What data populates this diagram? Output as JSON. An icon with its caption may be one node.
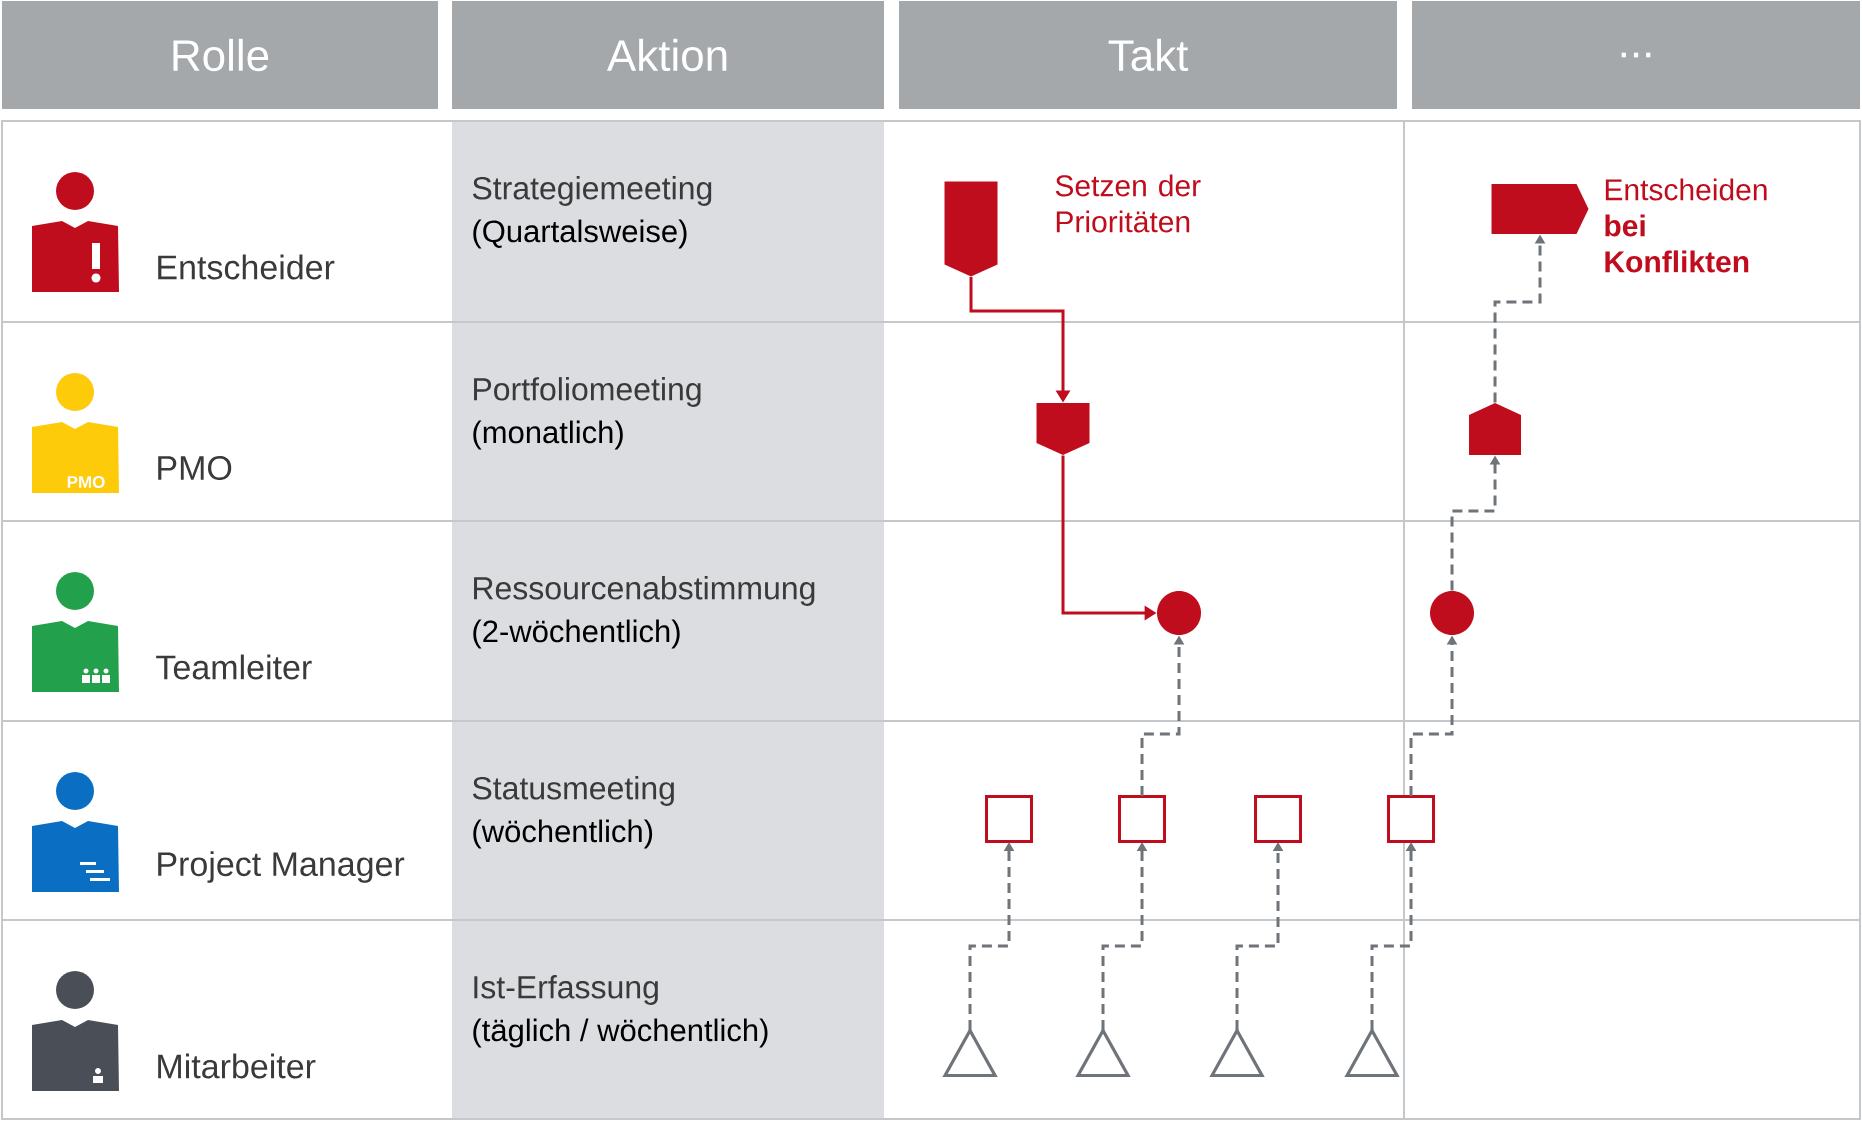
{
  "diagram": {
    "nodes": [
      {
        "text": [
          "Rolle"
        ]
      },
      {
        "text": [
          "Aktion"
        ]
      },
      {
        "text": [
          "Takt"
        ]
      },
      {
        "text": [
          "..."
        ]
      },
      {
        "text": [],
        "shape": "shield",
        "beside": [
          "Setzen der Prioritäten"
        ]
      },
      {
        "text": [],
        "shape": "shield"
      },
      {
        "text": [],
        "shape": "circle"
      },
      {
        "text": [],
        "shape": "square"
      },
      {
        "text": [],
        "shape": "square"
      },
      {
        "text": [],
        "shape": "square"
      },
      {
        "text": [],
        "shape": "square"
      },
      {
        "text": [],
        "shape": "triangle"
      },
      {
        "text": [],
        "shape": "triangle"
      },
      {
        "text": [],
        "shape": "triangle"
      },
      {
        "text": [],
        "shape": "triangle"
      },
      {
        "text": [],
        "shape": "circle"
      },
      {
        "text": [],
        "shape": "pentagon"
      },
      {
        "text": [],
        "shape": "flag",
        "beside": [
          "Entscheiden **bei Konflikten**"
        ]
      }
    ],
    "edges": [
      {
        "from": 4,
        "to": 5,
        "arrow": "to",
        "color": "#c00d1e"
      },
      {
        "from": 5,
        "to": 6,
        "arrow": "to",
        "color": "#c00d1e"
      },
      {
        "from": 11,
        "to": 7,
        "arrow": "to",
        "style": "dashed"
      },
      {
        "from": 12,
        "to": 8,
        "arrow": "to",
        "style": "dashed"
      },
      {
        "from": 13,
        "to": 9,
        "arrow": "to",
        "style": "dashed"
      },
      {
        "from": 14,
        "to": 10,
        "arrow": "to",
        "style": "dashed"
      },
      {
        "from": 8,
        "to": 6,
        "arrow": "to",
        "style": "dashed"
      },
      {
        "from": 10,
        "to": 15,
        "arrow": "to",
        "style": "dashed"
      },
      {
        "from": 15,
        "to": 16,
        "arrow": "to",
        "style": "dashed"
      },
      {
        "from": 16,
        "to": 17,
        "arrow": "to",
        "style": "dashed"
      }
    ],
    "labels": [
      "Entscheider",
      "Strategiemeeting",
      "(Quartalsweise)",
      "PMO",
      "PMO",
      "Portfoliomeeting",
      "(monatlich)",
      "Teamleiter",
      "Ressourcenabstimmung",
      "(2-wöchentlich)",
      "Project Manager",
      "Statusmeeting",
      "(wöchentlich)",
      "Mitarbeiter",
      "Ist-Erfassung",
      "(täglich / wöchentlich)"
    ]
  }
}
